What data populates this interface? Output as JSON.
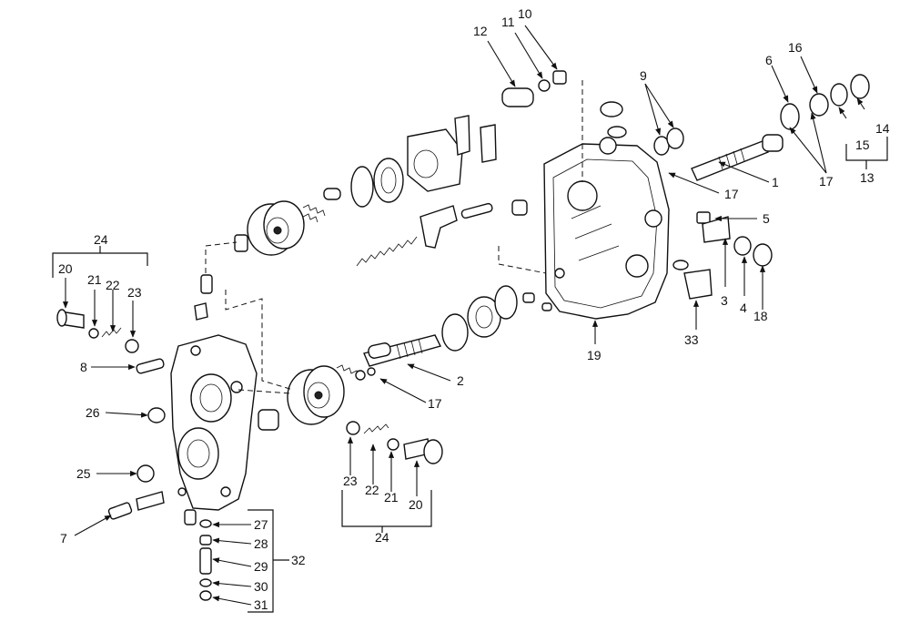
{
  "callouts": {
    "c1": "1",
    "c2": "2",
    "c3": "3",
    "c4": "4",
    "c5": "5",
    "c6": "6",
    "c7": "7",
    "c8": "8",
    "c9": "9",
    "c10": "10",
    "c11": "11",
    "c12": "12",
    "c13": "13",
    "c14": "14",
    "c15": "15",
    "c16": "16",
    "c17a": "17",
    "c17b": "17",
    "c17c": "17",
    "c18": "18",
    "c19": "19",
    "c20a": "20",
    "c20b": "20",
    "c21a": "21",
    "c21b": "21",
    "c22a": "22",
    "c22b": "22",
    "c23a": "23",
    "c23b": "23",
    "c24a": "24",
    "c24b": "24",
    "c25": "25",
    "c26": "26",
    "c27": "27",
    "c28": "28",
    "c29": "29",
    "c30": "30",
    "c31": "31",
    "c32": "32",
    "c33": "33"
  },
  "colors": {
    "ink": "#111111",
    "paper": "#ffffff"
  }
}
